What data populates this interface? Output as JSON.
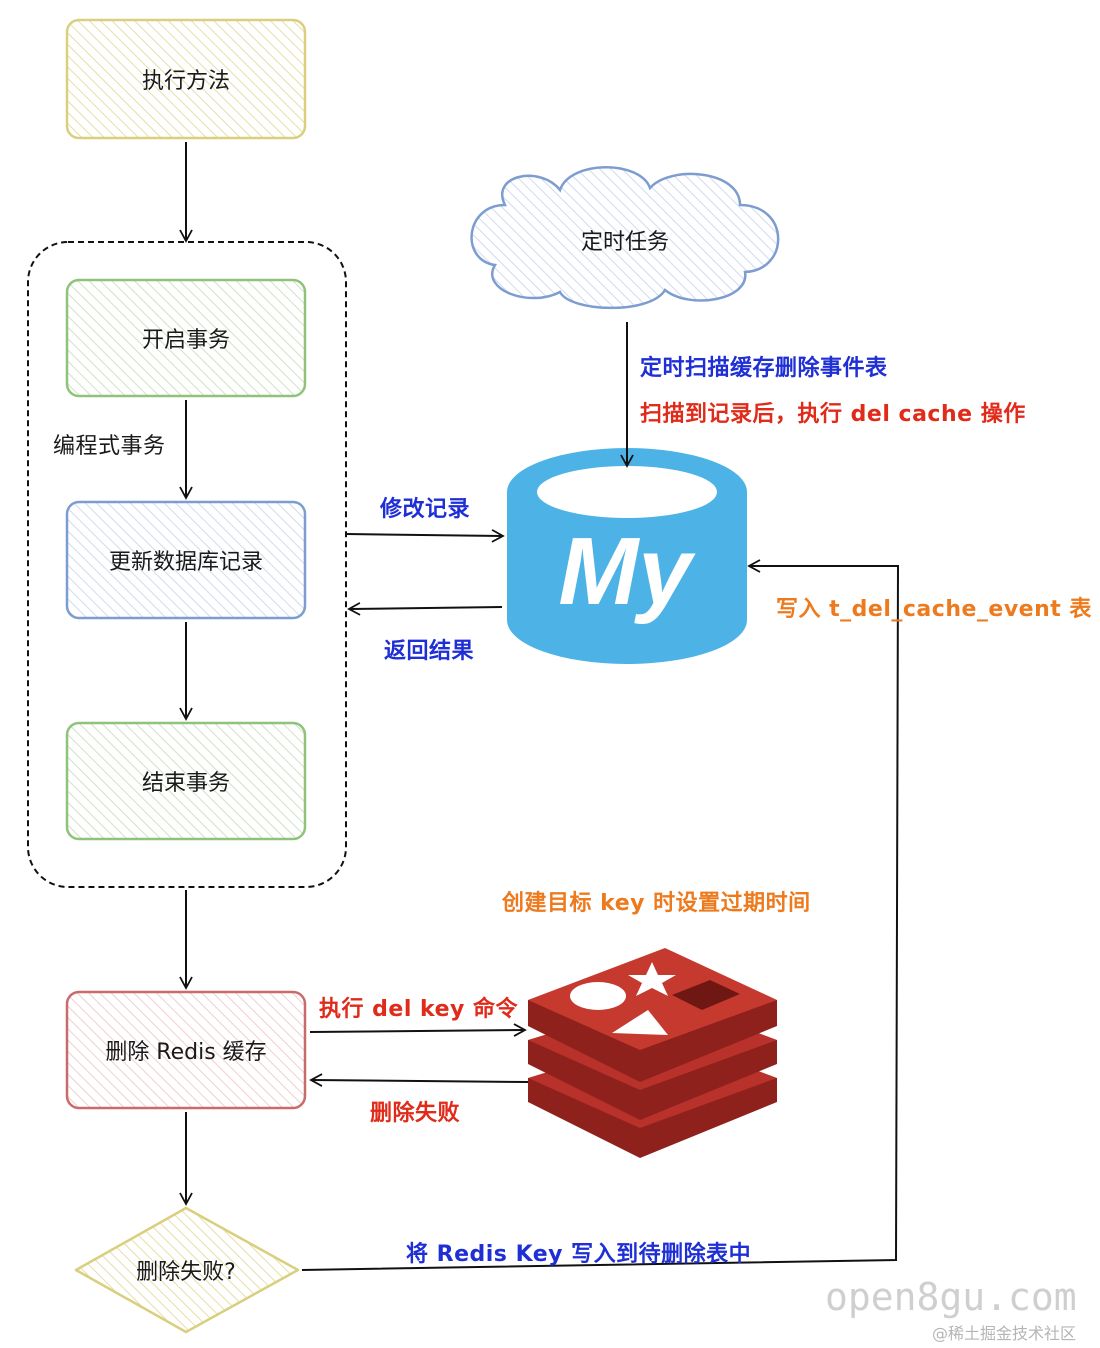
{
  "nodes": {
    "execute_method": "执行方法",
    "begin_tx": "开启事务",
    "update_db": "更新数据库记录",
    "end_tx": "结束事务",
    "delete_redis": "删除 Redis 缓存",
    "delete_failed": "删除失败?",
    "scheduled_task": "定时任务"
  },
  "labels": {
    "programmatic_tx": "编程式事务",
    "modify_record": "修改记录",
    "return_result": "返回结果",
    "scan_table": "定时扫描缓存删除事件表",
    "scan_then_delete": "扫描到记录后，执行 del cache 操作",
    "write_event_table": "写入 t_del_cache_event 表",
    "set_expire": "创建目标 key 时设置过期时间",
    "exec_del_key": "执行 del key 命令",
    "delete_fail": "删除失败",
    "write_pending": "将 Redis Key 写入到待删除表中"
  },
  "icons": {
    "mysql": "mysql-database-icon",
    "redis": "redis-stack-icon"
  },
  "watermarks": {
    "site": "open8gu.com",
    "community": "@稀土掘金技术社区"
  },
  "colors": {
    "blue_label": "#1f2fd6",
    "red_label": "#e02a1a",
    "orange_label": "#ee7a1e",
    "mysql_blue": "#4db3e6",
    "redis_red": "#b8312a"
  }
}
